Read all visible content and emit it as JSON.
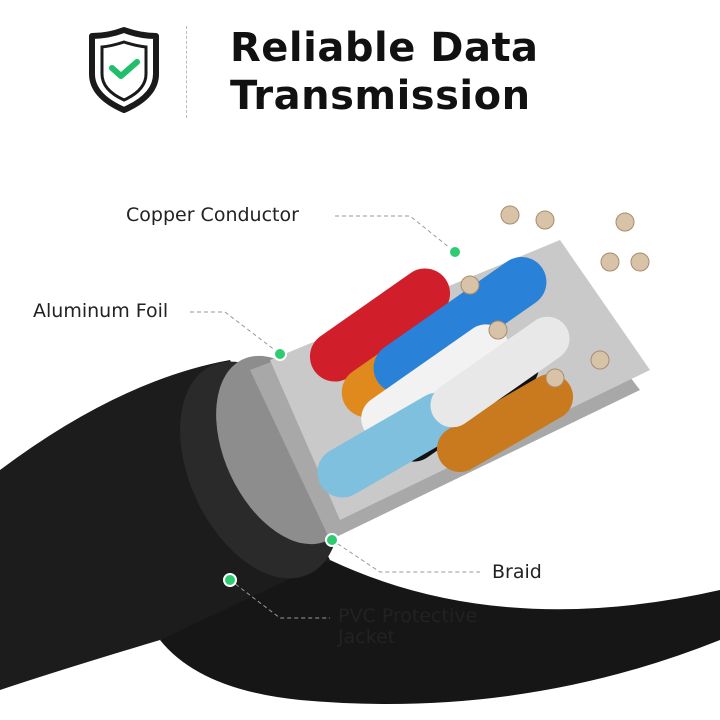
{
  "header": {
    "icon": "shield-check-icon",
    "title_line1": "Reliable Data",
    "title_line2": "Transmission",
    "accent_color": "#1fbf6b"
  },
  "labels": {
    "copper": "Copper Conductor",
    "foil": "Aluminum Foil",
    "braid": "Braid",
    "jacket_line1": "PVC Protective",
    "jacket_line2": "Jacket"
  }
}
